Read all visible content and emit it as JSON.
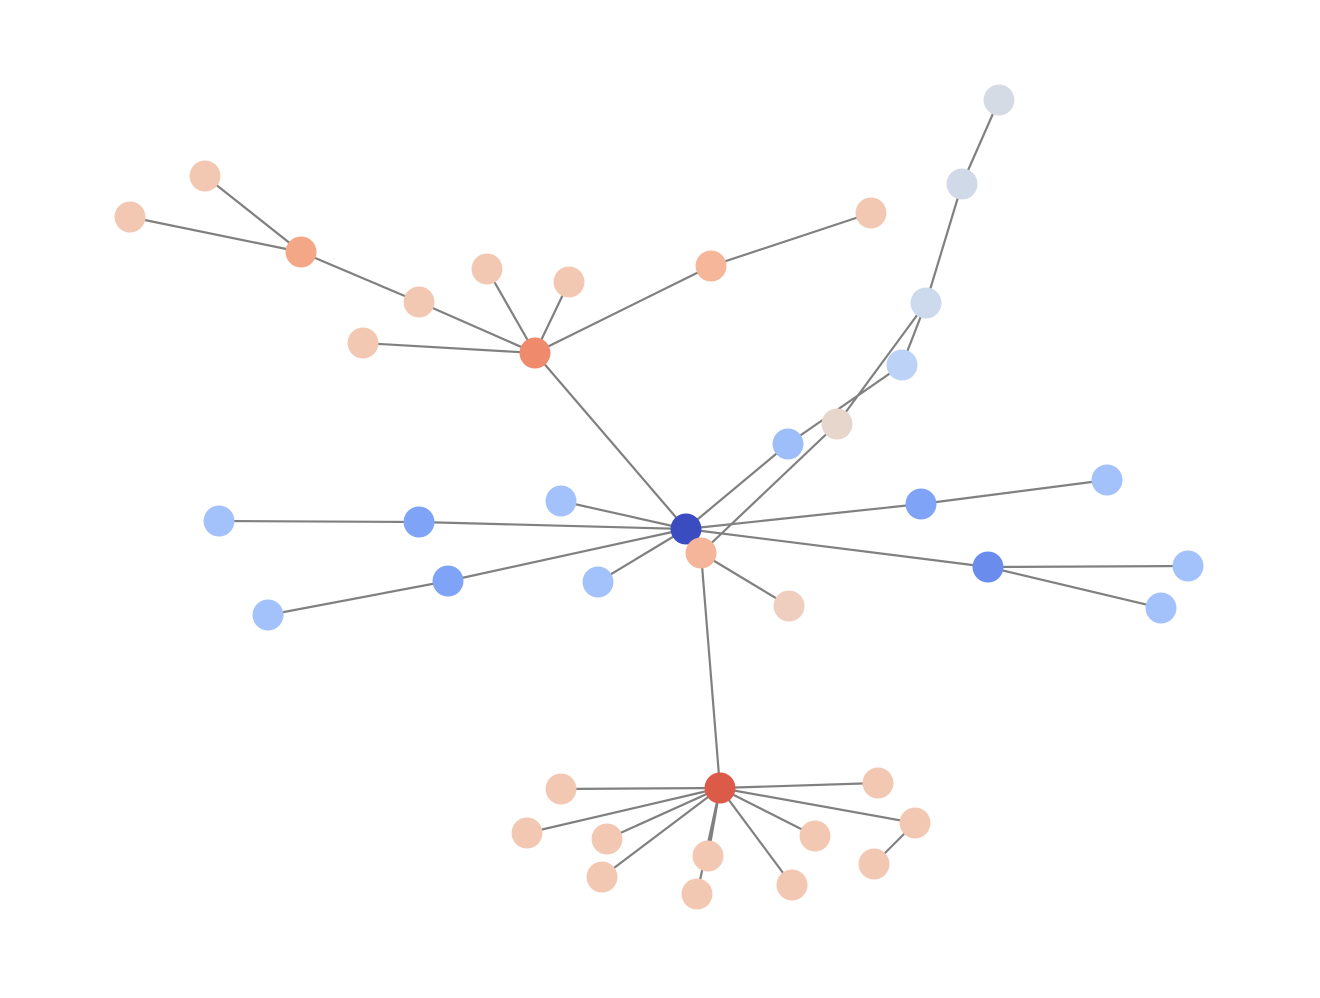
{
  "graph": {
    "type": "network",
    "colors": {
      "edge": "#808080",
      "background": "#ffffff"
    },
    "nodes": [
      {
        "id": "hub",
        "color": "#3a4cc0"
      },
      {
        "id": "n_top",
        "color": "#ef8a6c"
      },
      {
        "id": "n_bottom",
        "color": "#dc5a48"
      },
      {
        "id": "n_left_mid",
        "color": "#f3a787"
      },
      {
        "id": "n_tl1",
        "color": "#f3c8b3"
      },
      {
        "id": "n_tl2",
        "color": "#f3c8b3"
      },
      {
        "id": "n_t3",
        "color": "#f3c8b3"
      },
      {
        "id": "n_t4",
        "color": "#f3c8b3"
      },
      {
        "id": "n_t5",
        "color": "#f3c8b3"
      },
      {
        "id": "n_t6",
        "color": "#f3c8b3"
      },
      {
        "id": "n_t7",
        "color": "#f5b69a"
      },
      {
        "id": "n_t8",
        "color": "#f3c8b3"
      },
      {
        "id": "n_chain1",
        "color": "#d5dbe5"
      },
      {
        "id": "n_chain2",
        "color": "#d0d9e8"
      },
      {
        "id": "n_chain3",
        "color": "#cdd9ec"
      },
      {
        "id": "n_chain4",
        "color": "#bcd2f6"
      },
      {
        "id": "n_chain5",
        "color": "#e6d6cc"
      },
      {
        "id": "n_chain6",
        "color": "#9ebefa"
      },
      {
        "id": "n_r1",
        "color": "#7fa3f6"
      },
      {
        "id": "n_r2",
        "color": "#a3c2fb"
      },
      {
        "id": "n_r3",
        "color": "#6a8ded"
      },
      {
        "id": "n_r4",
        "color": "#a3c2fb"
      },
      {
        "id": "n_r5",
        "color": "#a3c2fb"
      },
      {
        "id": "n_l1",
        "color": "#a3c2fb"
      },
      {
        "id": "n_l2",
        "color": "#7fa3f6"
      },
      {
        "id": "n_l3",
        "color": "#a3c2fb"
      },
      {
        "id": "n_l4",
        "color": "#7fa3f6"
      },
      {
        "id": "n_l5",
        "color": "#a3c2fb"
      },
      {
        "id": "n_l6",
        "color": "#a3c2fb"
      },
      {
        "id": "n_near",
        "color": "#f4b59a"
      },
      {
        "id": "n_near2",
        "color": "#efcdbf"
      },
      {
        "id": "n_b1",
        "color": "#f3c8b3"
      },
      {
        "id": "n_b2",
        "color": "#f3c8b3"
      },
      {
        "id": "n_b3",
        "color": "#f3c8b3"
      },
      {
        "id": "n_b4",
        "color": "#f3c8b3"
      },
      {
        "id": "n_b5",
        "color": "#f3c8b3"
      },
      {
        "id": "n_b6",
        "color": "#f3c8b3"
      },
      {
        "id": "n_b7",
        "color": "#f3c8b3"
      },
      {
        "id": "n_b8",
        "color": "#f3c8b3"
      },
      {
        "id": "n_b9",
        "color": "#f3c8b3"
      },
      {
        "id": "n_b10",
        "color": "#f3c8b3"
      },
      {
        "id": "n_b11",
        "color": "#f3c8b3"
      }
    ],
    "edges": [
      [
        "hub",
        "n_top"
      ],
      [
        "n_top",
        "n_t6"
      ],
      [
        "n_t6",
        "n_left_mid"
      ],
      [
        "n_left_mid",
        "n_tl1"
      ],
      [
        "n_left_mid",
        "n_tl2"
      ],
      [
        "n_top",
        "n_t3"
      ],
      [
        "n_top",
        "n_t4"
      ],
      [
        "n_top",
        "n_t5"
      ],
      [
        "n_top",
        "n_t7"
      ],
      [
        "n_t7",
        "n_t8"
      ],
      [
        "hub",
        "n_chain6"
      ],
      [
        "n_chain6",
        "n_chain4"
      ],
      [
        "n_chain4",
        "n_chain3"
      ],
      [
        "n_chain3",
        "n_chain2"
      ],
      [
        "n_chain2",
        "n_chain1"
      ],
      [
        "n_near",
        "n_chain5"
      ],
      [
        "n_chain5",
        "n_chain3"
      ],
      [
        "hub",
        "n_r1"
      ],
      [
        "n_r1",
        "n_r2"
      ],
      [
        "hub",
        "n_r3"
      ],
      [
        "n_r3",
        "n_r4"
      ],
      [
        "n_r3",
        "n_r5"
      ],
      [
        "hub",
        "n_l1"
      ],
      [
        "hub",
        "n_l2"
      ],
      [
        "n_l2",
        "n_l3"
      ],
      [
        "hub",
        "n_l4"
      ],
      [
        "n_l4",
        "n_l5"
      ],
      [
        "hub",
        "n_l6"
      ],
      [
        "hub",
        "n_near"
      ],
      [
        "n_near",
        "n_near2"
      ],
      [
        "n_near",
        "n_bottom"
      ],
      [
        "n_bottom",
        "n_b1"
      ],
      [
        "n_bottom",
        "n_b2"
      ],
      [
        "n_bottom",
        "n_b3"
      ],
      [
        "n_bottom",
        "n_b4"
      ],
      [
        "n_bottom",
        "n_b5"
      ],
      [
        "n_bottom",
        "n_b6"
      ],
      [
        "n_bottom",
        "n_b7"
      ],
      [
        "n_bottom",
        "n_b8"
      ],
      [
        "n_bottom",
        "n_b9"
      ],
      [
        "n_bottom",
        "n_b10"
      ],
      [
        "n_b10",
        "n_b11"
      ]
    ]
  }
}
